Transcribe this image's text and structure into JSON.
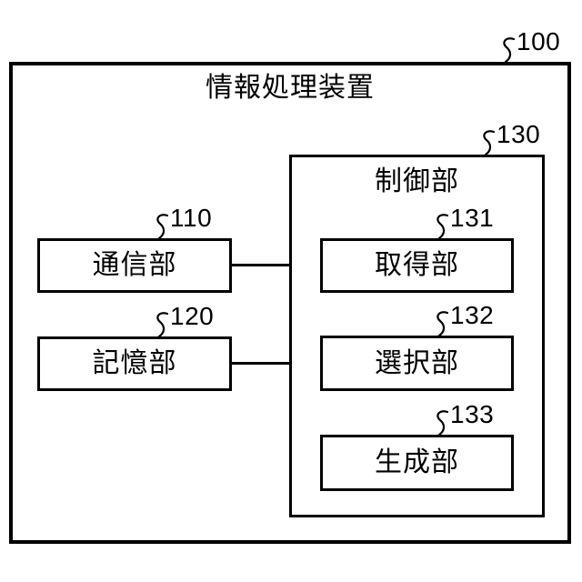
{
  "figure": {
    "device": {
      "title": "情報処理装置",
      "ref": "100"
    },
    "control_unit": {
      "title": "制御部",
      "ref": "130"
    },
    "blocks": [
      {
        "label": "通信部",
        "ref": "110"
      },
      {
        "label": "記憶部",
        "ref": "120"
      },
      {
        "label": "取得部",
        "ref": "131"
      },
      {
        "label": "選択部",
        "ref": "132"
      },
      {
        "label": "生成部",
        "ref": "133"
      }
    ]
  }
}
